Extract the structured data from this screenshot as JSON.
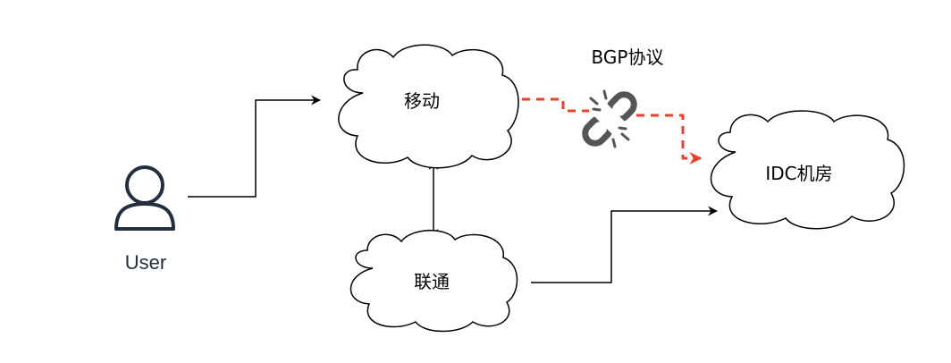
{
  "nodes": {
    "user": {
      "label": "User"
    },
    "mobile": {
      "label": "移动"
    },
    "unicom": {
      "label": "联通"
    },
    "idc": {
      "label": "IDC机房"
    }
  },
  "edges": {
    "bgp": {
      "label": "BGP协议",
      "status": "broken",
      "color": "#e8412d"
    }
  },
  "colors": {
    "user_icon": "#232f3e",
    "bgp_broken": "#e8412d",
    "link_icon": "#555555"
  },
  "icons": {
    "user": "user-icon",
    "bgp_link": "broken-link-icon"
  }
}
